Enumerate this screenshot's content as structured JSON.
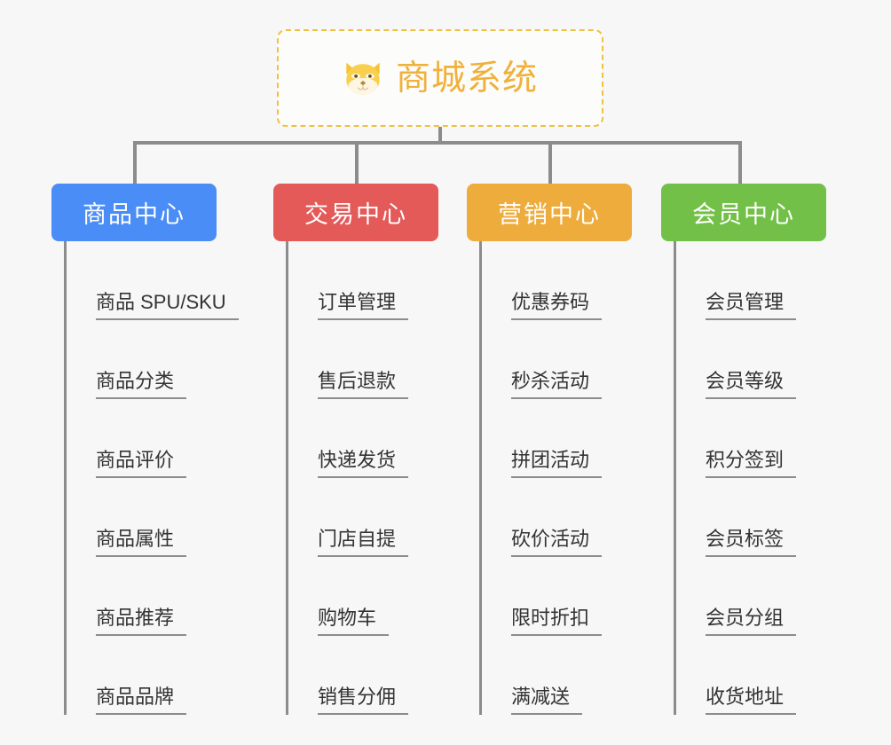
{
  "diagram": {
    "type": "org-chart",
    "background_color": "#f7f7f7",
    "connector_color": "#8c8c8c",
    "root": {
      "title": "商城系统",
      "icon": "shiba-dog-face-icon",
      "text_color": "#efb13c",
      "border_color": "#f0c040",
      "fill_color": "#fcfcfa"
    },
    "columns": [
      {
        "label": "商品中心",
        "color": "#4a8df6",
        "items": [
          "商品 SPU/SKU",
          "商品分类",
          "商品评价",
          "商品属性",
          "商品推荐",
          "商品品牌"
        ]
      },
      {
        "label": "交易中心",
        "color": "#e35a59",
        "items": [
          "订单管理",
          "售后退款",
          "快递发货",
          "门店自提",
          "购物车",
          "销售分佣"
        ]
      },
      {
        "label": "营销中心",
        "color": "#eeac3c",
        "items": [
          "优惠券码",
          "秒杀活动",
          "拼团活动",
          "砍价活动",
          "限时折扣",
          "满减送"
        ]
      },
      {
        "label": "会员中心",
        "color": "#73c048",
        "items": [
          "会员管理",
          "会员等级",
          "积分签到",
          "会员标签",
          "会员分组",
          "收货地址"
        ]
      }
    ]
  }
}
